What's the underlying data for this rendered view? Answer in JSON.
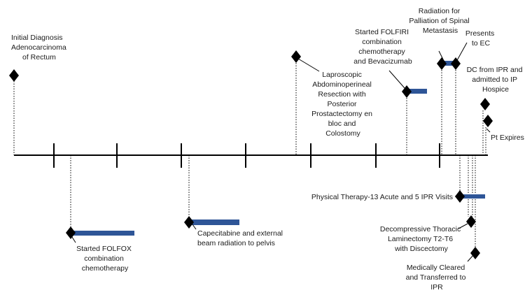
{
  "events": [
    {
      "id": "initial-diagnosis",
      "lines": [
        "Initial Diagnosis",
        "Adenocarcinoma",
        "of Rectum"
      ]
    },
    {
      "id": "started-folfox",
      "lines": [
        "Started FOLFOX",
        "combination",
        "chemotherapy"
      ]
    },
    {
      "id": "capecitabine",
      "lines": [
        "Capecitabine and external",
        "beam radiation to pelvis"
      ]
    },
    {
      "id": "apr-surgery",
      "lines": [
        "Laproscopic",
        "Abdominoperineal",
        "Resection with",
        "Posterior",
        "Prostactectomy en",
        "bloc and",
        "Colostomy"
      ]
    },
    {
      "id": "started-folfiri",
      "lines": [
        "Started FOLFIRI",
        "combination",
        "chemotherapy",
        "and Bevacizumab"
      ]
    },
    {
      "id": "radiation-spinal",
      "lines": [
        "Radiation for",
        "Palliation of Spinal",
        "Metastasis"
      ]
    },
    {
      "id": "presents-ec",
      "lines": [
        "Presents",
        "to EC"
      ]
    },
    {
      "id": "physical-therapy",
      "lines": [
        "Physical Therapy-13 Acute and 5 IPR Visits"
      ]
    },
    {
      "id": "decompressive-laminectomy",
      "lines": [
        "Decompressive Thoracic",
        "Laminectomy T2-T6",
        "with Discectomy"
      ]
    },
    {
      "id": "medically-cleared",
      "lines": [
        "Medically Cleared",
        "and Transferred to",
        "IPR"
      ]
    },
    {
      "id": "dc-from-ipr",
      "lines": [
        "DC from IPR and",
        "admitted to IP",
        "Hospice"
      ]
    },
    {
      "id": "pt-expires",
      "lines": [
        "Pt Expires"
      ]
    }
  ],
  "colors": {
    "axis": "#000000",
    "bar": "#2e5597",
    "marker": "#000000",
    "text": "#1a1a1a"
  }
}
